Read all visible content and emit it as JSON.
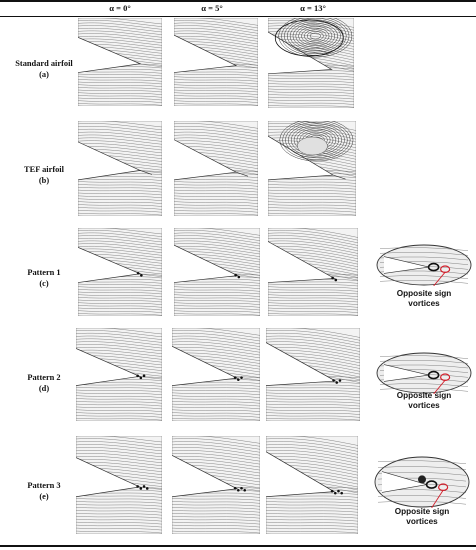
{
  "columns": [
    "α = 0°",
    "α = 5°",
    "α = 13°"
  ],
  "rows": [
    {
      "name": "Standard airfoil",
      "tag": "(a)"
    },
    {
      "name": "TEF airfoil",
      "tag": "(b)"
    },
    {
      "name": "Pattern 1",
      "tag": "(c)"
    },
    {
      "name": "Pattern 2",
      "tag": "(d)"
    },
    {
      "name": "Pattern 3",
      "tag": "(e)"
    }
  ],
  "callouts": [
    {
      "line1": "Opposite sign",
      "line2": "vortices"
    },
    {
      "line1": "Opposite sign",
      "line2": "vortices"
    },
    {
      "line1": "Opposite sign",
      "line2": "vortices"
    }
  ],
  "colors": {
    "rule": "#111111",
    "streamline": "#555555",
    "panel_bg": "#f3f3f3",
    "airfoil": "#ffffff",
    "highlight": "#d21f2b"
  }
}
